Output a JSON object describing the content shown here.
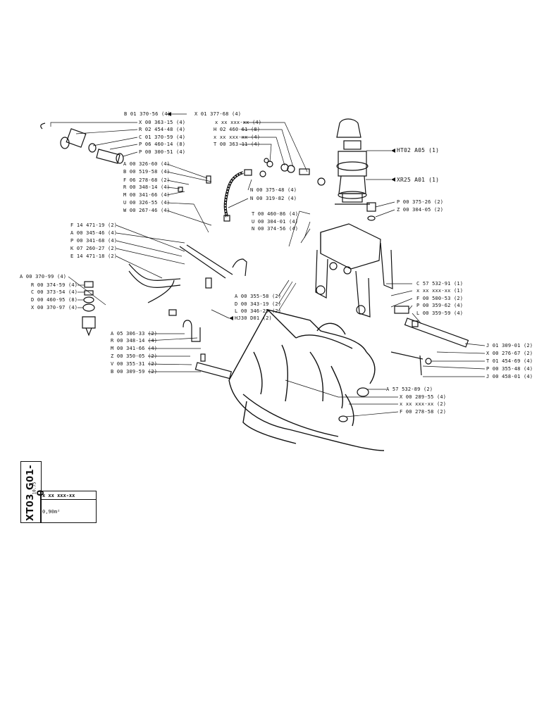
{
  "labels": {
    "l01": "B 01 370-56 (4)",
    "l02": "X 01 377-68 (4)",
    "l03": "X 00 363-15 (4)",
    "l04": "R 02 454-48 (4)",
    "l05": "C 01 370-59 (4)",
    "l06": "P 06 460-14 (8)",
    "l07": "P 00 300-51 (4)",
    "l08": "x xx xxx-xx (4)",
    "l09": "H 02 460-61 (8)",
    "l10": "x xx xxx-xx (4)",
    "l11": "T 00 363-11 (4)",
    "l12": "HT02 A05 (1)",
    "l13": "A 00 326-60 (4)",
    "l14": "B 00 519-58 (4)",
    "l15": "F 06 278-68 (2)",
    "l16": "R 00 348-14 (4)",
    "l17": "M 00 341-66 (4)",
    "l18": "U 00 326-55 (4)",
    "l19": "W 00 267-46 (4)",
    "l20": "N 00 375-48 (4)",
    "l21": "N 00 319-82 (4)",
    "l22": "XR25 A01 (1)",
    "l23": "P 00 375-26 (2)",
    "l24": "Z 00 304-05 (2)",
    "l25": "T 00 460-86 (4)",
    "l26": "U 00 304-01 (4)",
    "l27": "N 00 374-56 (4)",
    "l28": "F 14 471-19 (2)",
    "l29": "A 00 345-46 (4)",
    "l30": "P 00 341-68 (4)",
    "l31": "K 07 260-27 (2)",
    "l32": "E 14 471-18 (2)",
    "l33": "A 00 370-99 (4)",
    "l34": "R 00 374-59 (4)",
    "l35": "C 00 373-54 (4)",
    "l36": "D 00 460-95 (8)",
    "l37": "X 00 370-97 (4)",
    "l38": "C 57 532-91 (1)",
    "l39": "x xx xxx-xx (1)",
    "l40": "F 00 500-53 (2)",
    "l41": "P 00 359-62 (4)",
    "l42": "L 00 359-59 (4)",
    "l43": "A 00 355-58 (2)",
    "l44": "D 00 343-19 (2)",
    "l45": "L 00 346-25 (2)",
    "l46": "HJ30 D01 (2)",
    "l47": "A 05 306-33 (2)",
    "l48": "R 00 348-14 (4)",
    "l49": "M 00 341-66 (4)",
    "l50": "Z 00 350-05 (2)",
    "l51": "V 00 355-31 (2)",
    "l52": "B 00 309-59 (2)",
    "l53": "J 01 309-01 (2)",
    "l54": "X 00 276-67 (2)",
    "l55": "T 01 454-69 (4)",
    "l56": "P 00 355-48 (4)",
    "l57": "J 00 458-01 (4)",
    "l58": "A 57 532-89 (2)",
    "l59": "X 00 289-55 (4)",
    "l60": "x xx xxx-xx (2)",
    "l61": "F 00 278-58 (2)"
  },
  "title_block": {
    "code": "XT03 G01-0",
    "part_ref": "x xx xxx-xx",
    "capacity": "0,90m²",
    "date": "10.75"
  },
  "colors": {
    "ink": "#111111",
    "paper": "#ffffff"
  }
}
